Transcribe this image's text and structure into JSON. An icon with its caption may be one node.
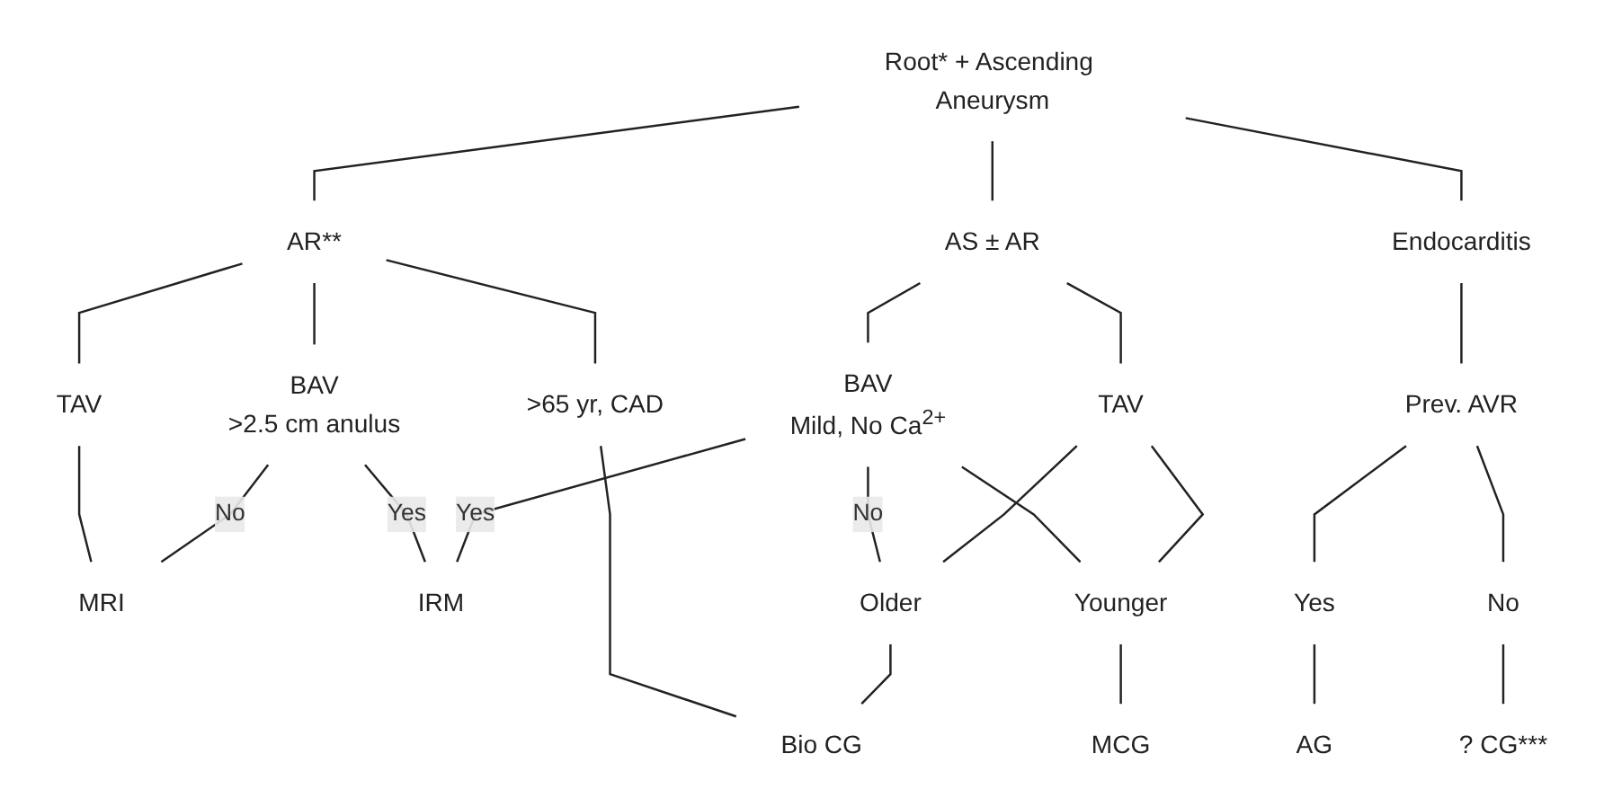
{
  "diagram": {
    "nodes": [
      {
        "text": [
          "Root* + Ascending Aneurysm"
        ]
      },
      {
        "text": [
          "AR**"
        ]
      },
      {
        "text": [
          "AS ± AR"
        ]
      },
      {
        "text": [
          "Endocarditis"
        ]
      },
      {
        "text": [
          "TAV"
        ]
      },
      {
        "text": [
          "BAV",
          ">2.5 cm anulus"
        ]
      },
      {
        "text": [
          ">65 yr, CAD"
        ]
      },
      {
        "text": [
          "BAV",
          "Mild, No Ca$^{2+}$"
        ]
      },
      {
        "text": [
          "TAV"
        ]
      },
      {
        "text": [
          "Prev. AVR"
        ]
      },
      {
        "text": [
          "MRI"
        ]
      },
      {
        "text": [
          "IRM"
        ]
      },
      {
        "text": [
          "Older"
        ]
      },
      {
        "text": [
          "Younger"
        ]
      },
      {
        "text": [
          "Yes"
        ]
      },
      {
        "text": [
          "No"
        ]
      },
      {
        "text": [
          "Bio CG"
        ]
      },
      {
        "text": [
          "MCG"
        ]
      },
      {
        "text": [
          "AG"
        ]
      },
      {
        "text": [
          "? CG***"
        ]
      }
    ],
    "edges": [
      {
        "from": 0,
        "to": 1,
        "arrow": "none"
      },
      {
        "from": 0,
        "to": 2,
        "arrow": "none"
      },
      {
        "from": 0,
        "to": 3,
        "arrow": "none"
      },
      {
        "from": 1,
        "to": 4,
        "arrow": "none"
      },
      {
        "from": 1,
        "to": 5,
        "arrow": "none"
      },
      {
        "from": 1,
        "to": 6,
        "arrow": "none"
      },
      {
        "from": 2,
        "to": 7,
        "arrow": "none"
      },
      {
        "from": 2,
        "to": 8,
        "arrow": "none"
      },
      {
        "from": 3,
        "to": 9,
        "arrow": "none"
      },
      {
        "from": 4,
        "to": 10,
        "arrow": "none"
      },
      {
        "from": 5,
        "to": 10,
        "arrow": "none",
        "label": "No"
      },
      {
        "from": 5,
        "to": 11,
        "arrow": "none",
        "label": "Yes"
      },
      {
        "from": 6,
        "to": 16,
        "arrow": "none"
      },
      {
        "from": 7,
        "to": 11,
        "arrow": "none",
        "label": "Yes"
      },
      {
        "from": 7,
        "to": 12,
        "arrow": "none",
        "label": "No"
      },
      {
        "from": 7,
        "to": 13,
        "arrow": "none"
      },
      {
        "from": 8,
        "to": 12,
        "arrow": "none"
      },
      {
        "from": 8,
        "to": 13,
        "arrow": "none"
      },
      {
        "from": 9,
        "to": 14,
        "arrow": "none"
      },
      {
        "from": 9,
        "to": 15,
        "arrow": "none"
      },
      {
        "from": 12,
        "to": 16,
        "arrow": "none"
      },
      {
        "from": 13,
        "to": 17,
        "arrow": "none"
      },
      {
        "from": 14,
        "to": 18,
        "arrow": "none"
      },
      {
        "from": 15,
        "to": 19,
        "arrow": "none"
      }
    ]
  }
}
